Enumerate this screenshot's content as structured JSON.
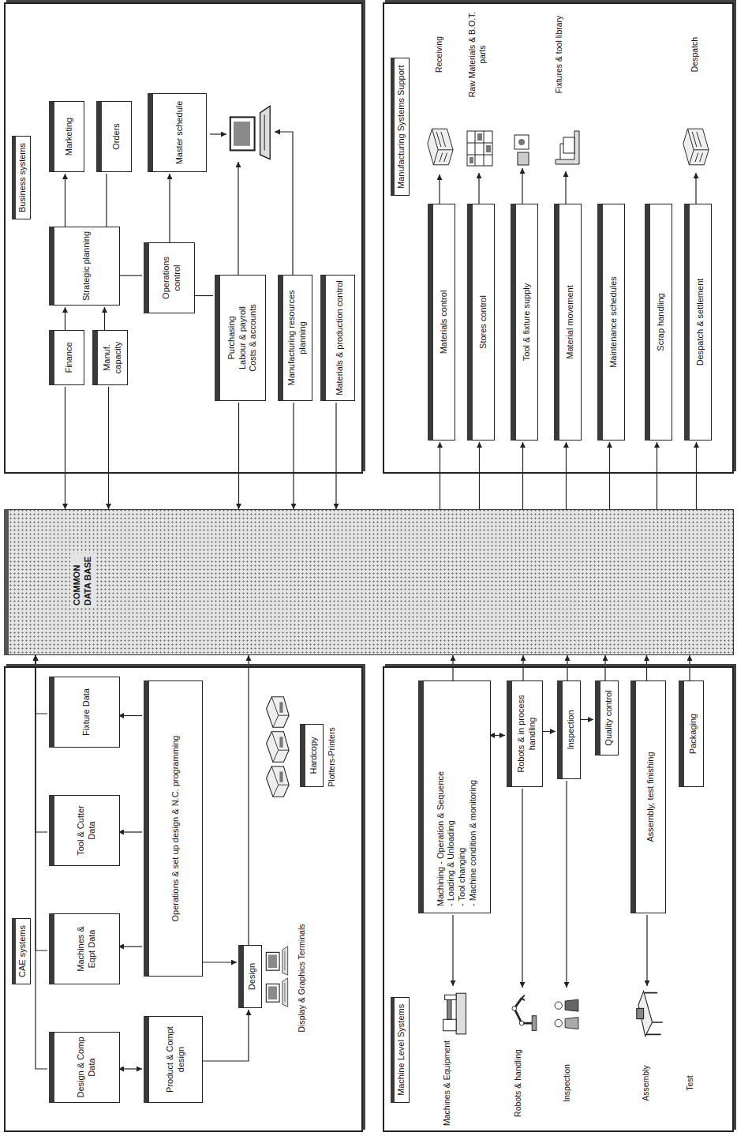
{
  "diagram": {
    "nodes": [
      {
        "text": [
          "CAE systems"
        ]
      },
      {
        "text": [
          "Design & Comp Data"
        ],
        "in": 0
      },
      {
        "text": [
          "Machines & Eqpt Data"
        ],
        "in": 0
      },
      {
        "text": [
          "Tool & Cutter Data"
        ],
        "in": 0
      },
      {
        "text": [
          "Fixture Data"
        ],
        "in": 0
      },
      {
        "text": [
          "Product & Compt design"
        ],
        "in": 0
      },
      {
        "text": [
          "Operations & set up design & N.C. programming"
        ],
        "in": 0
      },
      {
        "text": [
          "Design"
        ],
        "in": 0
      },
      {
        "text": [
          "Hardcopy"
        ],
        "in": 0
      },
      {
        "text": [
          "COMMON DATA BASE"
        ]
      },
      {
        "text": [
          "Business systems"
        ]
      },
      {
        "text": [
          "Finance"
        ],
        "in": 10
      },
      {
        "text": [
          "Manuf. capacity"
        ],
        "in": 10
      },
      {
        "text": [
          "Strategic planning"
        ],
        "in": 10
      },
      {
        "text": [
          "Marketing"
        ],
        "in": 10
      },
      {
        "text": [
          "Orders"
        ],
        "in": 10
      },
      {
        "text": [
          "Operations control"
        ],
        "in": 10
      },
      {
        "text": [
          "Master schedule"
        ],
        "in": 10
      },
      {
        "text": [
          "Purchasing",
          "Labour & payroll",
          "Costs & accounts"
        ],
        "in": 10
      },
      {
        "text": [
          "Manufacturing resources planning"
        ],
        "in": 10
      },
      {
        "text": [
          "Materials & production control"
        ],
        "in": 10
      },
      {
        "text": [
          "Machine Level Systems"
        ]
      },
      {
        "text": [
          "Machining - Operation & Sequence",
          "- Loading & Unloading",
          "- Tool changing",
          "- Machine condition & monitoring"
        ],
        "in": 21
      },
      {
        "text": [
          "Robots & in process handling"
        ],
        "in": 21
      },
      {
        "text": [
          "Inspection"
        ],
        "in": 21
      },
      {
        "text": [
          "Quality control"
        ],
        "in": 21
      },
      {
        "text": [
          "Assembly, test finishing"
        ],
        "in": 21
      },
      {
        "text": [
          "Packaging"
        ],
        "in": 21
      },
      {
        "text": [
          "Manufacturing Systems Support"
        ]
      },
      {
        "text": [
          "Materials control"
        ],
        "in": 28
      },
      {
        "text": [
          "Stores control"
        ],
        "in": 28
      },
      {
        "text": [
          "Tool & fixture supply"
        ],
        "in": 28
      },
      {
        "text": [
          "Material movement"
        ],
        "in": 28
      },
      {
        "text": [
          "Maintenance schedules"
        ],
        "in": 28
      },
      {
        "text": [
          "Scrap handling"
        ],
        "in": 28
      },
      {
        "text": [
          "Despatch & settlement"
        ],
        "in": 28
      }
    ],
    "edges": [
      {
        "from": 1,
        "to": 9,
        "arrow": "to"
      },
      {
        "from": 2,
        "to": 9,
        "arrow": "to"
      },
      {
        "from": 3,
        "to": 9,
        "arrow": "to"
      },
      {
        "from": 4,
        "to": 9,
        "arrow": "to"
      },
      {
        "from": 1,
        "to": 5,
        "arrow": "both"
      },
      {
        "from": 6,
        "to": 2,
        "arrow": "to"
      },
      {
        "from": 6,
        "to": 3,
        "arrow": "to"
      },
      {
        "from": 6,
        "to": 4,
        "arrow": "to"
      },
      {
        "from": 5,
        "to": 7,
        "arrow": "to"
      },
      {
        "from": 6,
        "to": 7,
        "arrow": "to"
      },
      {
        "from": 7,
        "to": 9,
        "arrow": "to"
      },
      {
        "from": 11,
        "to": 13,
        "arrow": "to"
      },
      {
        "from": 12,
        "to": 13,
        "arrow": "to"
      },
      {
        "from": 13,
        "to": 14,
        "arrow": "to"
      },
      {
        "from": 13,
        "to": 15,
        "arrow": "none"
      },
      {
        "from": 13,
        "to": 16,
        "arrow": "none"
      },
      {
        "from": 16,
        "to": 17,
        "arrow": "to"
      },
      {
        "from": 16,
        "to": 18,
        "arrow": "none"
      },
      {
        "from": 11,
        "to": 9,
        "arrow": "to"
      },
      {
        "from": 12,
        "to": 9,
        "arrow": "to"
      },
      {
        "from": 18,
        "to": 9,
        "arrow": "to"
      },
      {
        "from": 19,
        "to": 9,
        "arrow": "to"
      },
      {
        "from": 20,
        "to": 9,
        "arrow": "to"
      },
      {
        "from": 22,
        "to": 23,
        "arrow": "both"
      },
      {
        "from": 23,
        "to": 24,
        "arrow": "to"
      },
      {
        "from": 24,
        "to": 25,
        "arrow": "to"
      },
      {
        "from": 22,
        "to": 9,
        "arrow": "to"
      },
      {
        "from": 23,
        "to": 9,
        "arrow": "to"
      },
      {
        "from": 24,
        "to": 9,
        "arrow": "to"
      },
      {
        "from": 25,
        "to": 9,
        "arrow": "to"
      },
      {
        "from": 26,
        "to": 9,
        "arrow": "to"
      },
      {
        "from": 27,
        "to": 9,
        "arrow": "to"
      },
      {
        "from": 9,
        "to": 29,
        "arrow": "to"
      },
      {
        "from": 9,
        "to": 30,
        "arrow": "to"
      },
      {
        "from": 9,
        "to": 31,
        "arrow": "to"
      },
      {
        "from": 9,
        "to": 32,
        "arrow": "to"
      },
      {
        "from": 9,
        "to": 33,
        "arrow": "to"
      },
      {
        "from": 9,
        "to": 34,
        "arrow": "to"
      },
      {
        "from": 9,
        "to": 35,
        "arrow": "to"
      }
    ],
    "labels": [
      "Display & Graphics Terminals",
      "Plotters-Printers",
      "Machines & Equipment",
      "Robots & handling",
      "Inspection",
      "Assembly",
      "Test",
      "Receiving",
      "Raw Materials & B.O.T. parts",
      "Fixtures & tool library",
      "Despatch"
    ]
  }
}
